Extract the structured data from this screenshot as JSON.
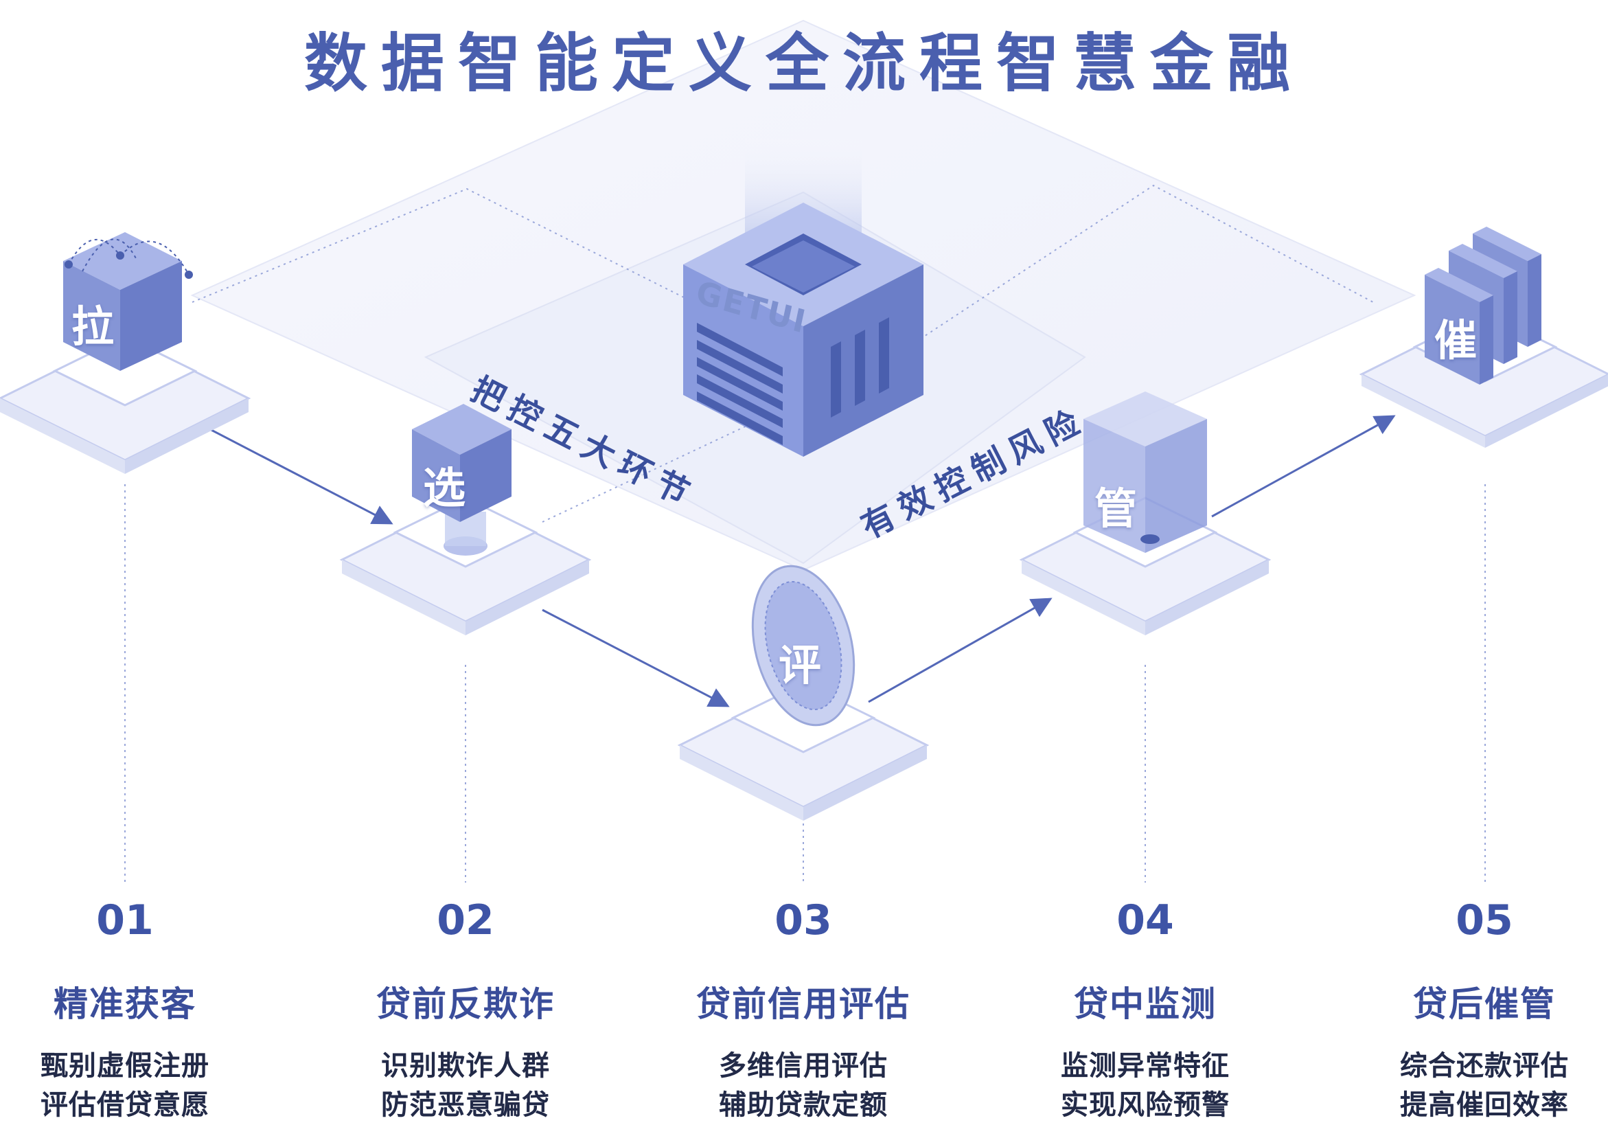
{
  "title": "数据智能定义全流程智慧金融",
  "slogans": {
    "left": "把控五大环节",
    "right": "有效控制风险"
  },
  "logo_text": "GETUI",
  "colors": {
    "primary": "#4a5fae",
    "cube_light": "#a9b5e8",
    "cube_mid": "#8595d6",
    "cube_dark": "#6b7dc8",
    "plate": "#eef0fb",
    "line": "#8898d6"
  },
  "icons": [
    "pull-cube-icon",
    "select-cube-icon",
    "evaluate-coin-icon",
    "manage-cube-icon",
    "collect-cubes-icon",
    "getui-server-cube-icon"
  ],
  "stages": [
    {
      "num": "01",
      "cube": "拉",
      "name": "精准获客",
      "desc1": "甄别虚假注册",
      "desc2": "评估借贷意愿"
    },
    {
      "num": "02",
      "cube": "选",
      "name": "贷前反欺诈",
      "desc1": "识别欺诈人群",
      "desc2": "防范恶意骗贷"
    },
    {
      "num": "03",
      "cube": "评",
      "name": "贷前信用评估",
      "desc1": "多维信用评估",
      "desc2": "辅助贷款定额"
    },
    {
      "num": "04",
      "cube": "管",
      "name": "贷中监测",
      "desc1": "监测异常特征",
      "desc2": "实现风险预警"
    },
    {
      "num": "05",
      "cube": "催",
      "name": "贷后催管",
      "desc1": "综合还款评估",
      "desc2": "提高催回效率"
    }
  ]
}
